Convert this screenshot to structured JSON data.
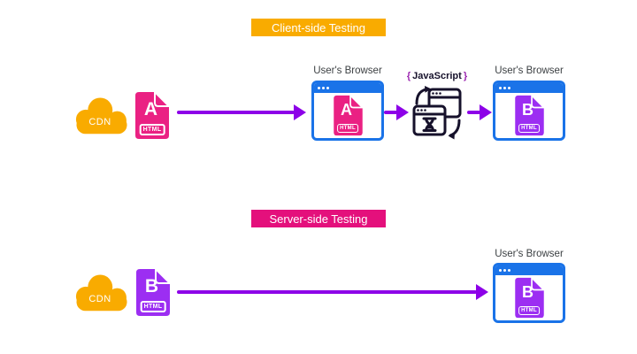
{
  "colors": {
    "amber": "#F9AB00",
    "banner_pink": "#E4107C",
    "doc_pink": "#EA2183",
    "doc_purple": "#9C2EF2",
    "arrow_purple": "#8D00E8",
    "browser_blue": "#1A73E8",
    "label_text": "#3C4043",
    "js_text": "#16112B",
    "js_brace": "#9C27B0"
  },
  "client_side": {
    "banner_label": "Client-side Testing",
    "cdn_label": "CDN",
    "origin_doc": {
      "letter": "A",
      "badge": "HTML"
    },
    "browser_initial": {
      "label": "User's Browser",
      "doc": {
        "letter": "A",
        "badge": "HTML"
      }
    },
    "javascript_label": {
      "open_brace": "{",
      "text": "JavaScript",
      "close_brace": "}"
    },
    "browser_final": {
      "label": "User's Browser",
      "doc": {
        "letter": "B",
        "badge": "HTML"
      }
    }
  },
  "server_side": {
    "banner_label": "Server-side Testing",
    "cdn_label": "CDN",
    "origin_doc": {
      "letter": "B",
      "badge": "HTML"
    },
    "browser": {
      "label": "User's Browser",
      "doc": {
        "letter": "B",
        "badge": "HTML"
      }
    }
  }
}
